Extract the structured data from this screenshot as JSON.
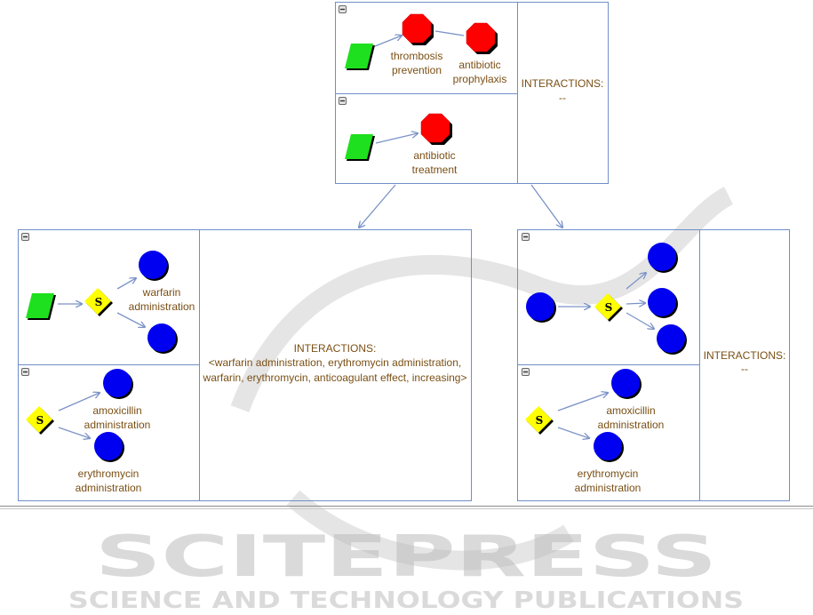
{
  "watermark": {
    "brand": "SCITEPRESS",
    "tagline": "SCIENCE AND TECHNOLOGY PUBLICATIONS"
  },
  "colors": {
    "action": "#00e000",
    "goal": "#ff0000",
    "activity": "#0000ff",
    "switch": "#ffff00",
    "text": "#7a4f14",
    "border": "#6f8fc8"
  },
  "icons": {
    "collapse": "minus-square-icon",
    "switch_symbol": "S"
  },
  "top": {
    "panel1": {
      "label1": [
        "thrombosis",
        "prevention"
      ],
      "label2": [
        "antibiotic",
        "prophylaxis"
      ]
    },
    "panel2": {
      "label1": [
        "antibiotic",
        "treatment"
      ]
    },
    "interactions": {
      "title": "INTERACTIONS:",
      "value": "--"
    }
  },
  "left": {
    "panel1": {
      "switch": "S",
      "label1": [
        "warfarin",
        "administration"
      ]
    },
    "panel2": {
      "switch": "S",
      "label1": [
        "amoxicillin",
        "administration"
      ],
      "label2": [
        "erythromycin",
        "administration"
      ]
    },
    "interactions": {
      "title": "INTERACTIONS:",
      "line1": "<warfarin administration, erythromycin administration,",
      "line2": "warfarin, erythromycin, anticoagulant effect, increasing>"
    }
  },
  "right": {
    "panel1": {
      "switch": "S"
    },
    "panel2": {
      "switch": "S",
      "label1": [
        "amoxicillin",
        "administration"
      ],
      "label2": [
        "erythromycin",
        "administration"
      ]
    },
    "interactions": {
      "title": "INTERACTIONS:",
      "value": "--"
    }
  }
}
